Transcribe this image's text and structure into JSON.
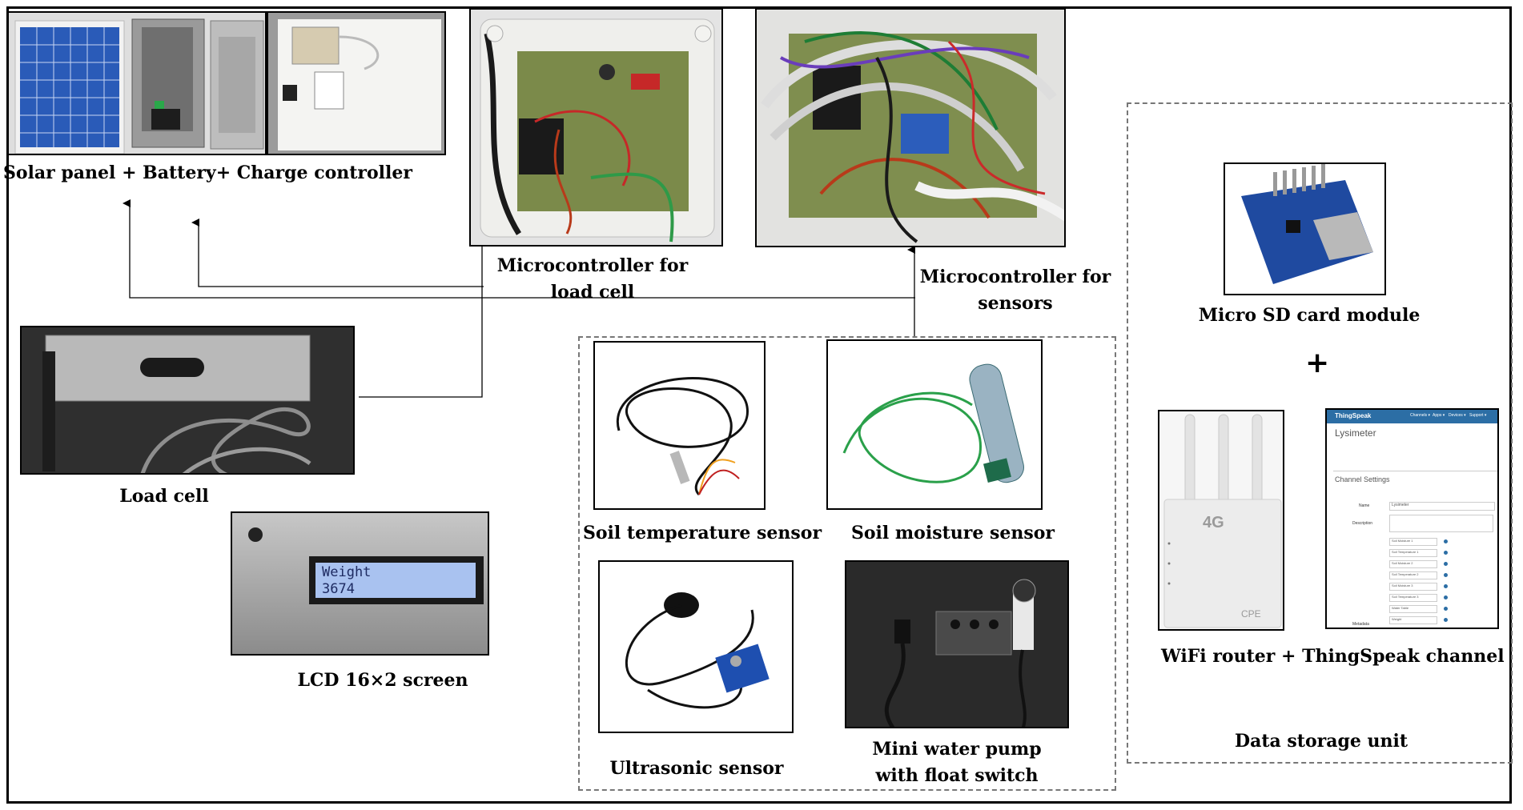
{
  "captions": {
    "solar": "Solar panel + Battery+ Charge controller",
    "mcu_load_1": "Microcontroller for",
    "mcu_load_2": "load cell",
    "mcu_sensors_1": "Microcontroller for",
    "mcu_sensors_2": "sensors",
    "load_cell": "Load cell",
    "lcd": "LCD 16×2 screen",
    "soil_temp": "Soil temperature sensor",
    "soil_moisture": "Soil moisture sensor",
    "ultrasonic": "Ultrasonic sensor",
    "pump_1": "Mini water pump",
    "pump_2": "with float switch",
    "sd_card": "Micro SD card module",
    "plus": "+",
    "router": "WiFi router + ThingSpeak channel",
    "storage": "Data storage unit"
  },
  "lcd_screen": {
    "line1": "Weight",
    "line2": "3674"
  },
  "router_label": {
    "brand": "4G",
    "model": "CPE"
  },
  "thingspeak": {
    "app_name": "ThingSpeak",
    "nav": [
      "Channels ▾",
      "Apps ▾",
      "Devices ▾",
      "Support ▾"
    ],
    "channel_name": "Lysimeter",
    "settings_heading": "Channel Settings",
    "name_label": "Name",
    "name_value": "Lysimeter",
    "description_label": "Description",
    "fields": [
      "Soil Moisture 1",
      "Soil Temperature 1",
      "Soil Moisture 2",
      "Soil Temperature 2",
      "Soil Moisture 3",
      "Soil Temperature 3",
      "Water Table",
      "Weight"
    ],
    "metadata_label": "Metadata"
  },
  "colors": {
    "dashed_border": "#777777",
    "frame": "#000000",
    "lcd_bg": "#a9c2f0",
    "thingspeak_bar": "#2c6ea5"
  }
}
